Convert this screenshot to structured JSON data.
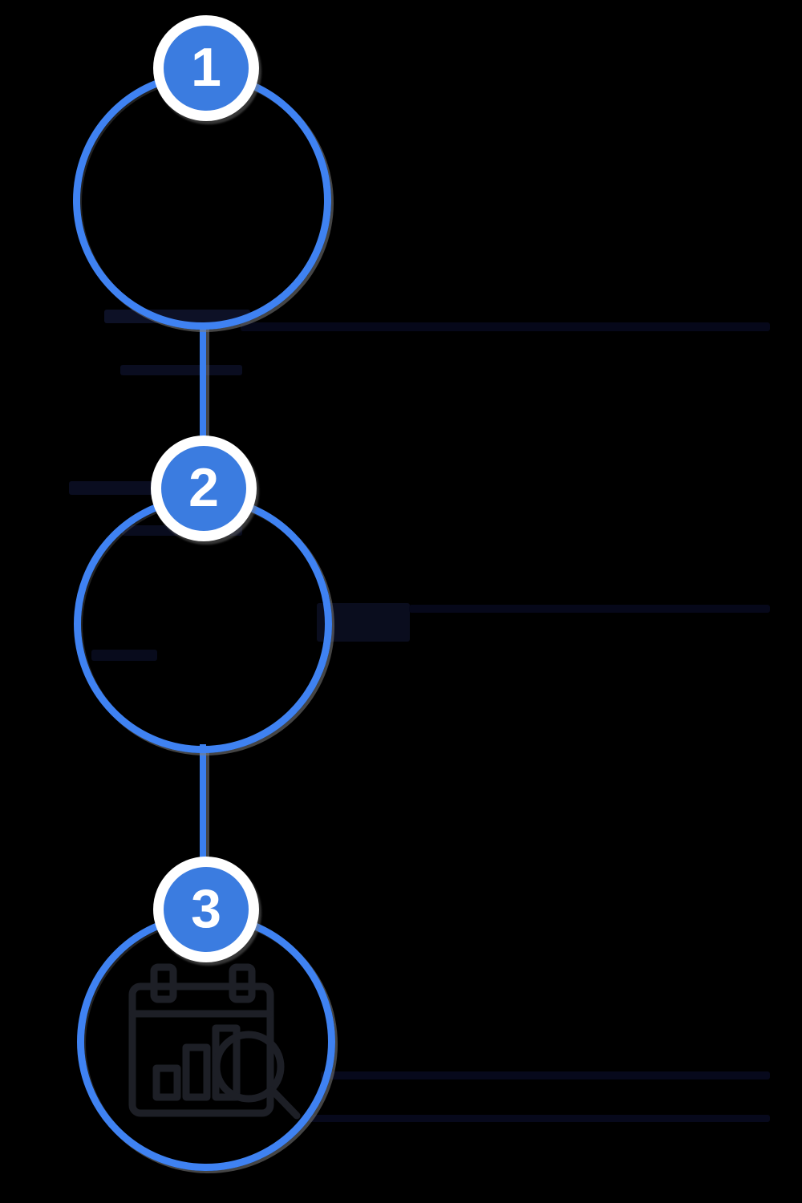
{
  "graphic": {
    "type": "vertical-stepper",
    "background": "#000000",
    "colors": {
      "ring_blue": "#3F82F2",
      "connector_blue": "#3B7FEE",
      "badge_blue": "#3B7CE0",
      "badge_number_color": "#FFFFFF",
      "badge_halo": "#FFFFFF"
    },
    "steps": [
      {
        "number": "1"
      },
      {
        "number": "2"
      },
      {
        "number": "3",
        "icon": "report-magnifier-icon"
      }
    ]
  }
}
